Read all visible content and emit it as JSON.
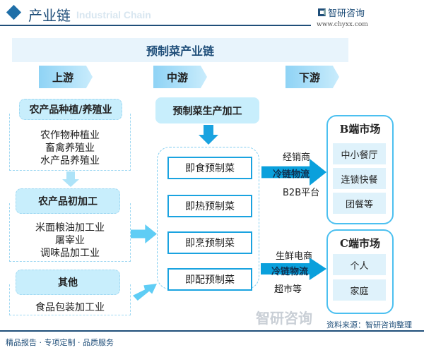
{
  "header": {
    "title": "产业链",
    "watermark": "Industrial Chain",
    "brand": "智研咨询",
    "url": "www.chyxx.com"
  },
  "banner": "预制菜产业链",
  "stages": [
    "上游",
    "中游",
    "下游"
  ],
  "upstream": [
    {
      "title": "农产品种植/养殖业",
      "items": [
        "农作物种植业",
        "畜禽养殖业",
        "水产品养殖业"
      ]
    },
    {
      "title": "农产品初加工",
      "items": [
        "米面粮油加工业",
        "屠宰业",
        "调味品加工业"
      ]
    },
    {
      "title": "其他",
      "items": [
        "食品包装加工业"
      ]
    }
  ],
  "midstream": {
    "title": "预制菜生产加工",
    "items": [
      "即食预制菜",
      "即热预制菜",
      "即烹预制菜",
      "即配预制菜"
    ]
  },
  "channels": [
    {
      "above": "经销商",
      "band": "冷链物流",
      "below": "B2B平台"
    },
    {
      "above": "生鲜电商",
      "band": "冷链物流",
      "below": "超市等"
    }
  ],
  "markets": [
    {
      "title": "B端市场",
      "items": [
        "中小餐厅",
        "连锁快餐",
        "团餐等"
      ]
    },
    {
      "title": "C端市场",
      "items": [
        "个人",
        "家庭"
      ]
    }
  ],
  "footer": {
    "left": "精品报告 · 专项定制 · 品质服务",
    "source": "资料来源：智研咨询整理",
    "brand": "智研咨询"
  }
}
